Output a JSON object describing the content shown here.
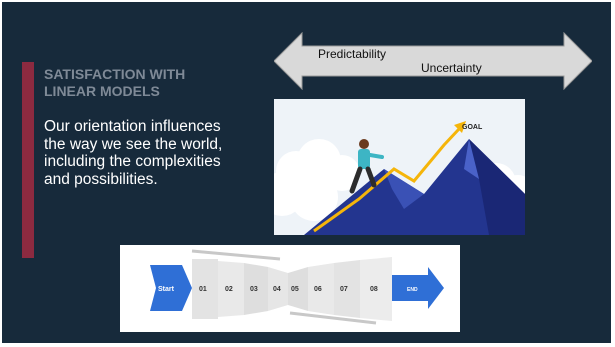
{
  "slide": {
    "title_line1": "SATISFACTION WITH",
    "title_line2": "LINEAR MODELS",
    "body": "Our orientation influences the way we see the world, including the complexities and possibilities.",
    "colors": {
      "background": "#172a3b",
      "accent": "#8c2a40",
      "title": "#7f8a97",
      "arrow": "#d9d9d9"
    }
  },
  "double_arrow": {
    "left_label": "Predictability",
    "right_label": "Uncertainty"
  },
  "illustration": {
    "goal_label": "GOAL",
    "icons": [
      "climber-icon",
      "mountain-icon",
      "trend-arrow-icon",
      "cloud-icon"
    ]
  },
  "funnel": {
    "start_label": "Start",
    "end_label": "END",
    "steps": [
      "01",
      "02",
      "03",
      "04",
      "05",
      "06",
      "07",
      "08"
    ],
    "colors": {
      "start": "#2f6fd6",
      "end": "#2f6fd6",
      "segment": "#e6e6e6"
    }
  }
}
